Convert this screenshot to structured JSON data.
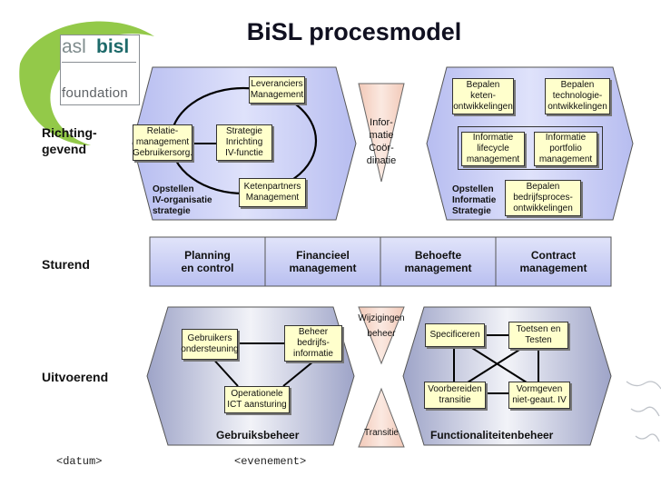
{
  "title": "BiSL procesmodel",
  "logo": {
    "asl": "asl",
    "bisl": "bisl",
    "foundation": "foundation"
  },
  "row_labels": {
    "richtinggevend": "Richting-\ngevend",
    "sturend": "Sturend",
    "uitvoerend": "Uitvoerend"
  },
  "top_left": {
    "leveranciers": "Leveranciers Management",
    "relatie": "Relatie-\nmanagement\nGebruikersorg.",
    "strategie": "Strategie\nInrichting\nIV-functie",
    "ketenpartners": "Ketenpartners\nManagement",
    "opstellen": "Opstellen\nIV-organisatie\nstrategie"
  },
  "center": {
    "informatie": "Infor-\nmatie\nCoör-\ndinatie",
    "wijzigingen": "Wijzigingen\nbeheer",
    "transitie": "Transitie"
  },
  "top_right": {
    "keten": "Bepalen\nketen-\nontwikkelingen",
    "technologie": "Bepalen\ntechnologie-\nontwikkelingen",
    "lifecycle": "Informatie\nlifecycle\nmanagement",
    "portfolio": "Informatie\nportfolio\nmanagement",
    "bedrijfsproces": "Bepalen\nbedrijfsproces-\nontwikkelingen",
    "opstellen": "Opstellen\nInformatie\nStrategie"
  },
  "sturend": [
    "Planning\nen control",
    "Financieel\nmanagement",
    "Behoefte\nmanagement",
    "Contract\nmanagement"
  ],
  "bottom_left": {
    "gebruikers": "Gebruikers\nondersteuning",
    "beheer": "Beheer\nbedrijfs-\ninformatie",
    "operationele": "Operationele\nICT aansturing",
    "title": "Gebruiksbeheer"
  },
  "bottom_right": {
    "specificeren": "Specificeren",
    "toetsen": "Toetsen en\nTesten",
    "voorbereiden": "Voorbereiden\ntransitie",
    "vormgeven": "Vormgeven\nniet-geaut. IV",
    "title": "Functionaliteitenbeheer"
  },
  "footer": {
    "datum": "<datum>",
    "evenement": "<evenement>"
  },
  "colors": {
    "hexagon": "#c8cdf5",
    "hex_border": "#555",
    "center": "#f6d8cc",
    "box": "#ffffcc",
    "band": "#c8cdf5",
    "logo_green": "#8dc63f"
  }
}
